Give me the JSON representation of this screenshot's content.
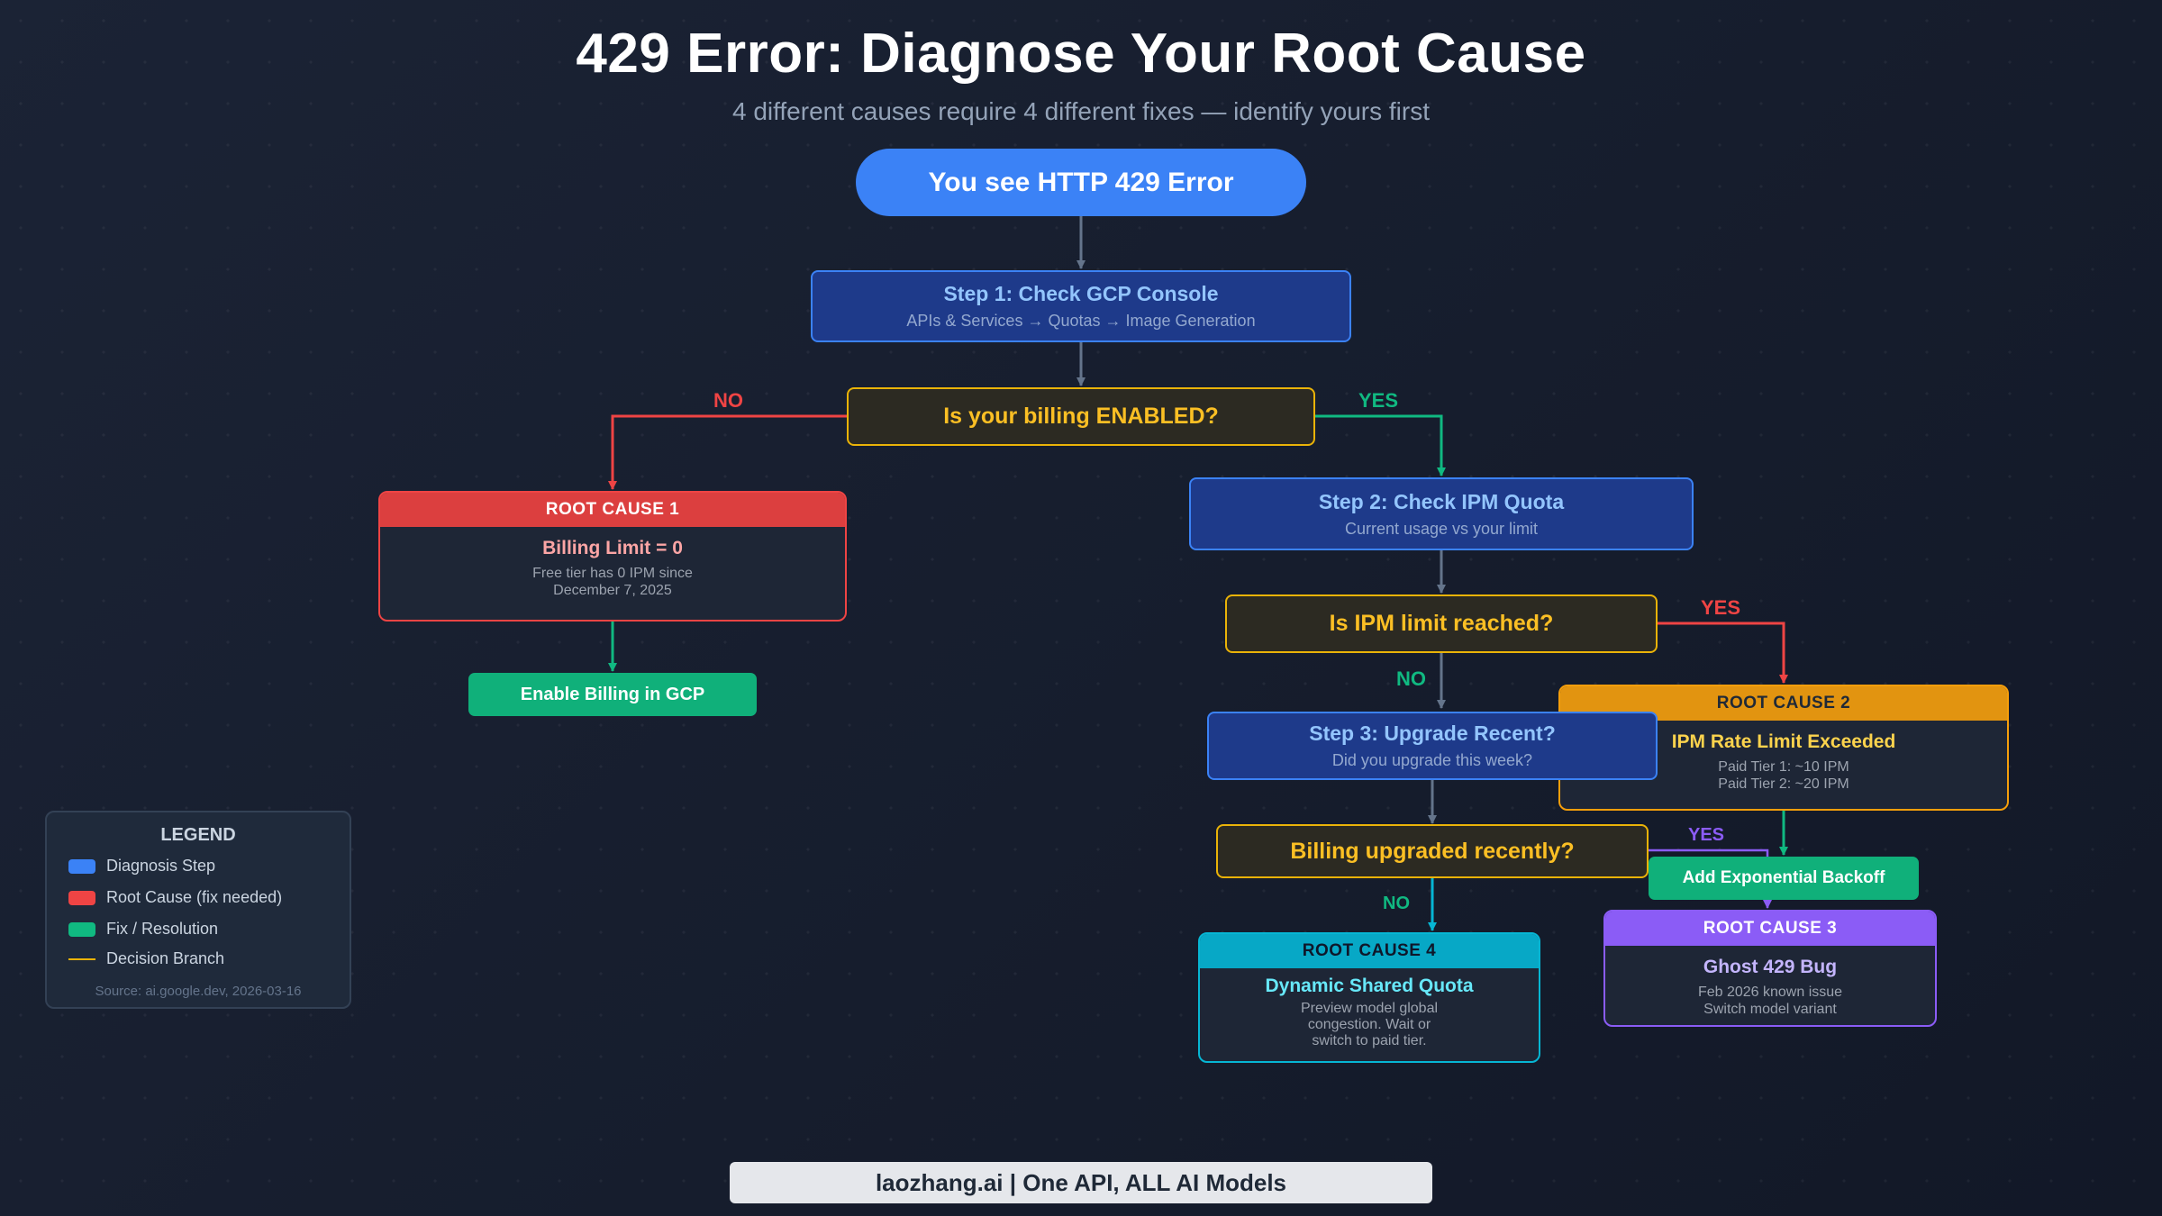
{
  "header": {
    "title": "429 Error: Diagnose Your Root Cause",
    "subtitle": "4 different causes require 4 different fixes — identify yours first"
  },
  "flow": {
    "start": "You see HTTP 429 Error",
    "step1": {
      "title": "Step 1: Check GCP Console",
      "sub": "APIs & Services → Quotas → Image Generation"
    },
    "decision1": "Is your billing ENABLED?",
    "step2": {
      "title": "Step 2: Check IPM Quota",
      "sub": "Current usage vs your limit"
    },
    "decision2": "Is IPM limit reached?",
    "step3": {
      "title": "Step 3: Upgrade Recent?",
      "sub": "Did you upgrade this week?"
    },
    "decision3": "Billing upgraded recently?",
    "root_cause_1": {
      "header": "ROOT CAUSE 1",
      "title": "Billing Limit = 0",
      "body": "Free tier has 0 IPM since\nDecember 7, 2025"
    },
    "root_cause_2": {
      "header": "ROOT CAUSE 2",
      "title": "IPM Rate Limit Exceeded",
      "body": "Paid Tier 1: ~10 IPM\nPaid Tier 2: ~20 IPM"
    },
    "root_cause_3": {
      "header": "ROOT CAUSE 3",
      "title": "Ghost 429 Bug",
      "body": "Feb 2026 known issue\nSwitch model variant"
    },
    "root_cause_4": {
      "header": "ROOT CAUSE 4",
      "title": "Dynamic Shared Quota",
      "body": "Preview model global\ncongestion. Wait or\nswitch to paid tier."
    },
    "fix_billing": "Enable Billing in GCP",
    "fix_backoff": "Add Exponential Backoff",
    "branch_labels": {
      "d1_no": "NO",
      "d1_yes": "YES",
      "d2_yes": "YES",
      "d2_no": "NO",
      "d3_yes": "YES",
      "d3_no": "NO"
    }
  },
  "legend": {
    "title": "LEGEND",
    "items": [
      {
        "label": "Diagnosis Step",
        "color": "#3b82f6"
      },
      {
        "label": "Root Cause (fix needed)",
        "color": "#ef4444"
      },
      {
        "label": "Fix / Resolution",
        "color": "#10b981"
      },
      {
        "label": "Decision Branch",
        "color": "#eab308"
      }
    ],
    "source": "Source: ai.google.dev, 2026-03-16"
  },
  "footer": {
    "text": "laozhang.ai | One API, ALL AI Models"
  }
}
